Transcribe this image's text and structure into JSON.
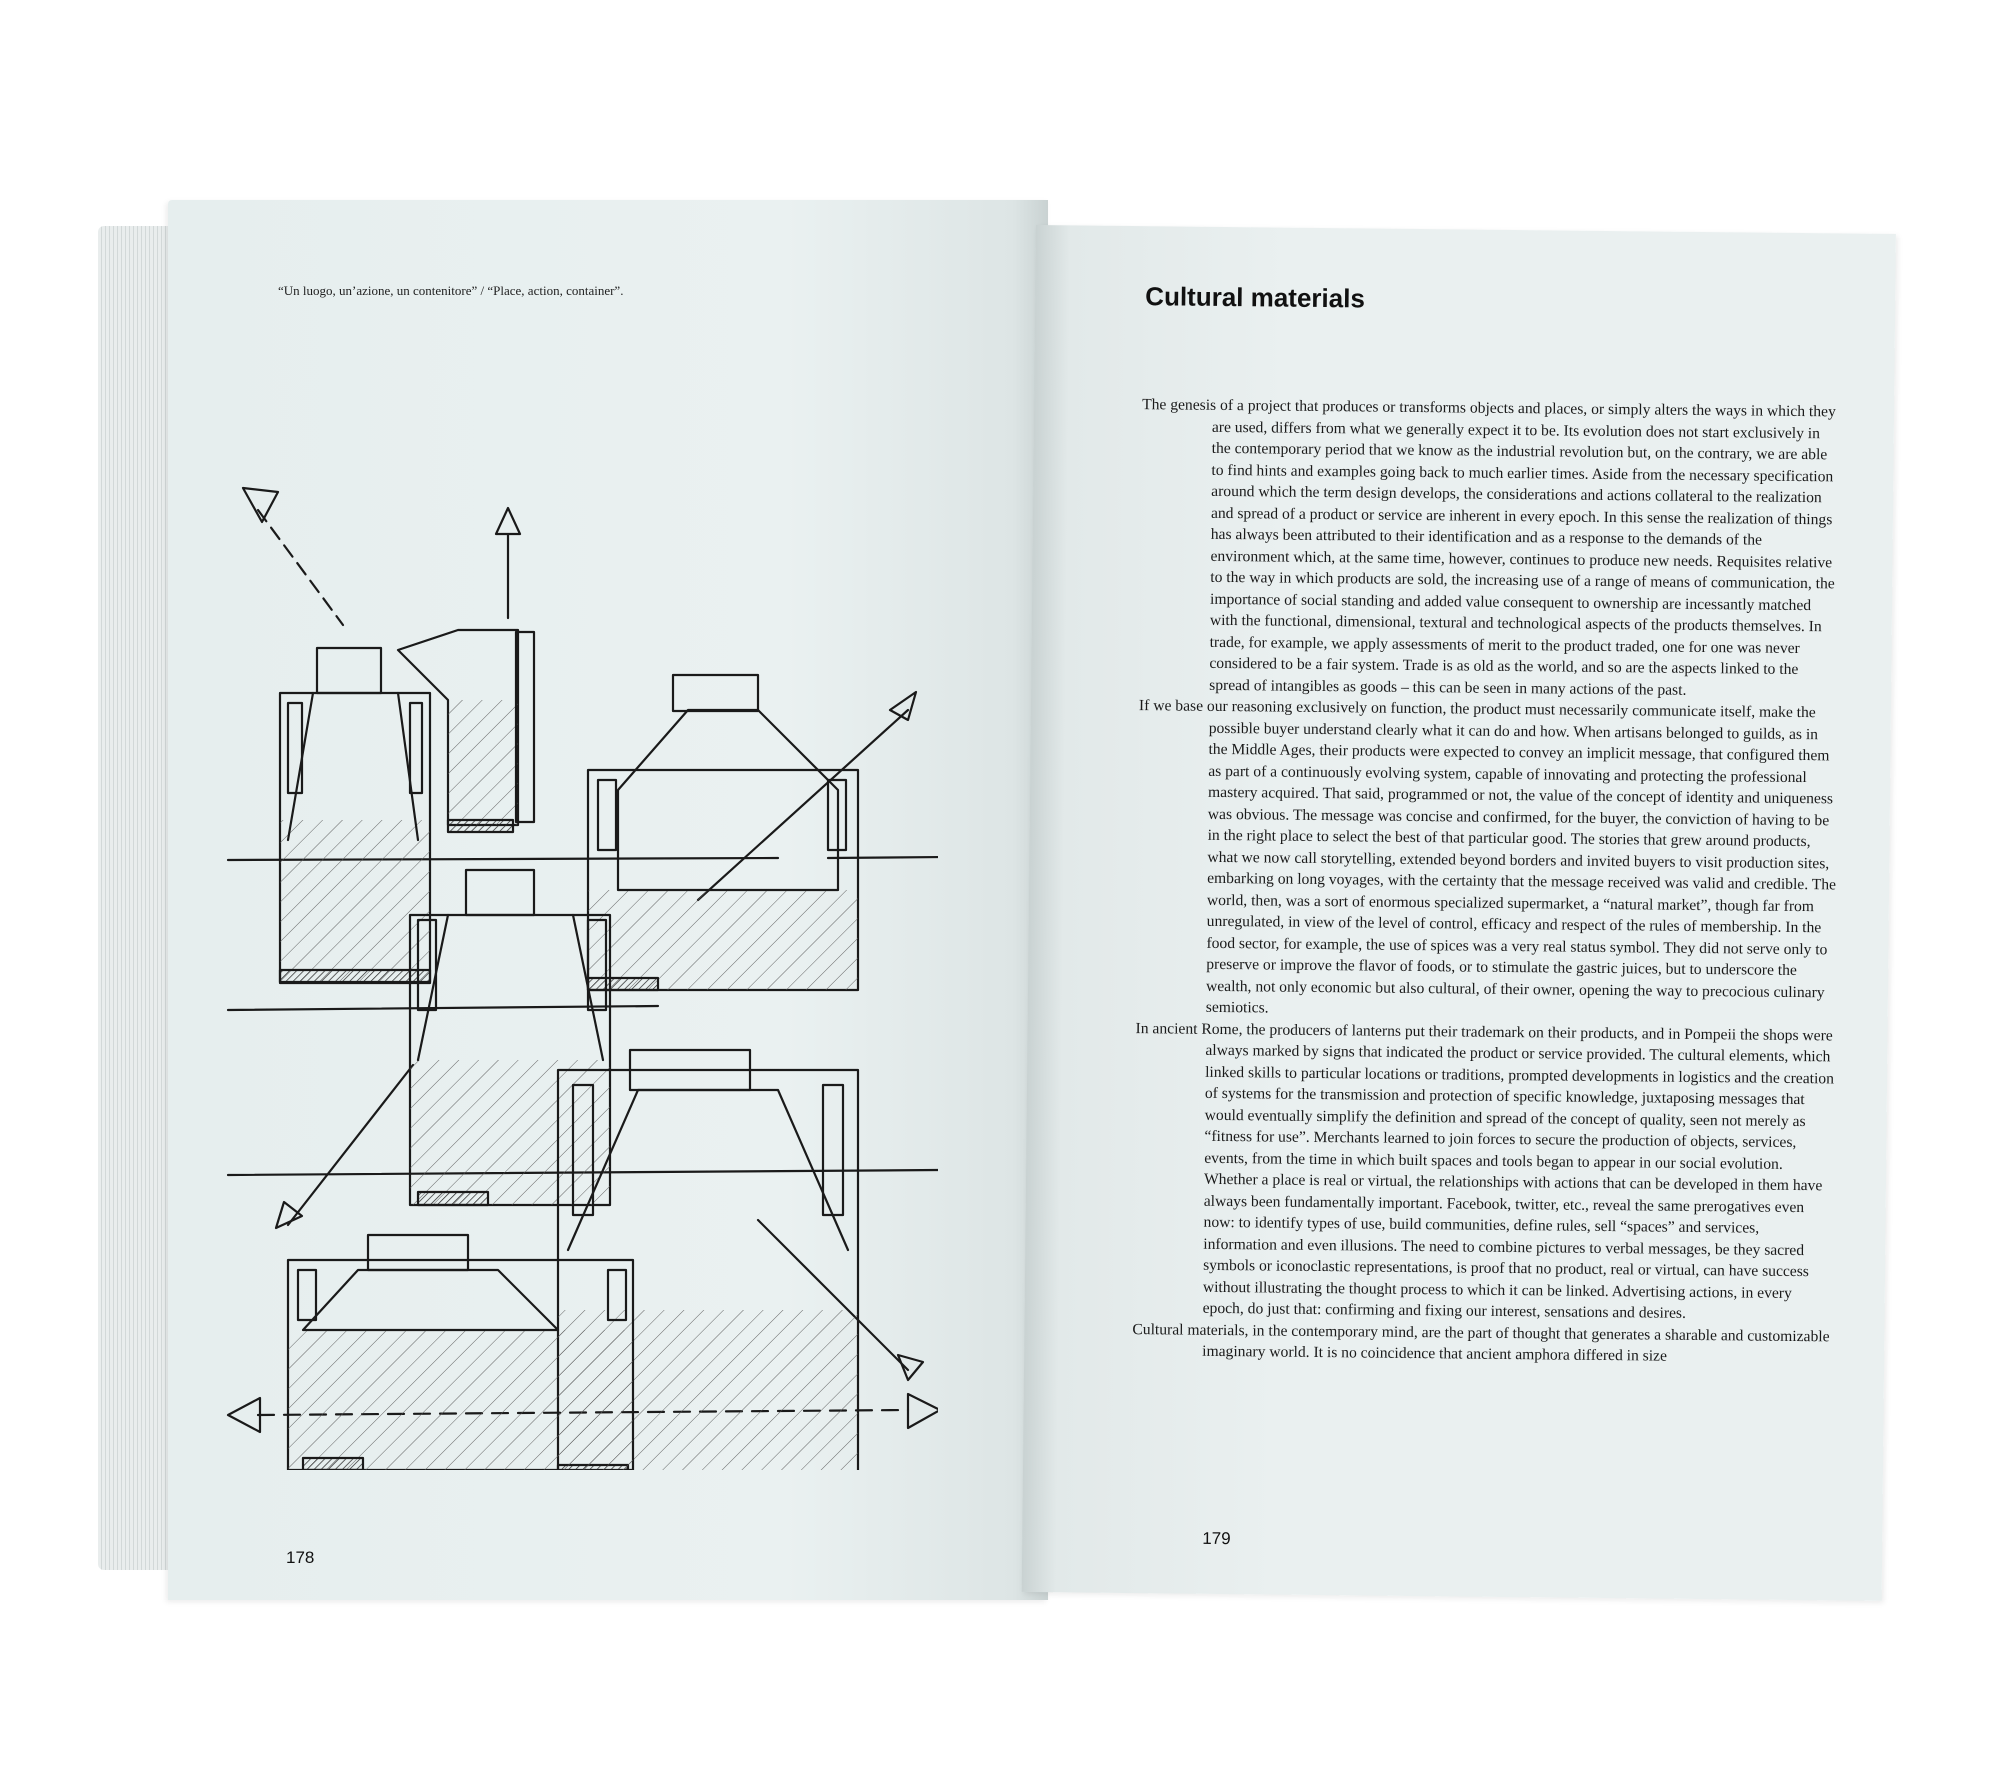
{
  "left_page": {
    "running_head": "“Un luogo, un’azione, un contenitore” / “Place, action, container”.",
    "page_number": "178"
  },
  "right_page": {
    "title": "Cultural materials",
    "page_number": "179",
    "paragraphs": [
      "The genesis of a project that produces or transforms objects and places, or simply alters the ways in which they are used, differs from what we generally expect it to be. Its evolution does not start exclusively in the contemporary period that we know as the industrial revolution but, on the contrary, we are able to find hints and examples going back to much earlier times. Aside from the necessary specification around which the term design develops, the considerations and actions collateral to the realization and spread of a product or service are inherent in every epoch. In this sense the realization of things has always been attributed to their identification and as a response to the demands of the environment which, at the same time, however, continues to produce new needs. Requisites relative to the way in which products are sold, the increasing use of a range of means of communication, the importance of social standing and added value consequent to ownership are incessantly matched with the functional, dimensional, textural and technological aspects of the products themselves. In trade, for example, we apply assessments of merit to the product traded, one for one was never considered to be a fair system. Trade is as old as the world, and so are the aspects linked to the spread of intangibles as goods – this can be seen in many actions of the past.",
      "If we base our reasoning exclusively on function, the product must necessarily communicate itself, make the possible buyer understand clearly what it can do and how. When artisans belonged to guilds, as in the Middle Ages, their products were expected to convey an implicit message, that configured them as part of a continuously evolving system, capable of innovating and protecting the professional mastery acquired. That said, programmed or not, the value of the concept of identity and uniqueness was obvious. The message was concise and confirmed, for the buyer, the conviction of having to be in the right place to select the best of that particular good. The stories that grew around products, what we now call storytelling, extended beyond borders and invited buyers to visit production sites, embarking on long voyages, with the certainty that the message received was valid and credible. The world, then, was a sort of enormous specialized supermarket, a “natural market”, though far from unregulated, in view of the level of control, efficacy and respect of the rules of membership. In the food sector, for example, the use of spices was a very real status symbol. They did not serve only to preserve or improve the flavor of foods, or to stimulate the gastric juices, but to underscore the wealth, not only economic but also cultural, of their owner, opening the way to precocious culinary semiotics.",
      "In ancient Rome, the producers of lanterns put their trademark on their products, and in Pompeii the shops were always marked by signs that indicated the product or service provided. The cultural elements, which linked skills to particular locations or traditions, prompted developments in logistics and the creation of systems for the transmission and protection of specific knowledge, juxtaposing messages that would eventually simplify the definition and spread of the concept of quality, seen not merely as “fitness for use”. Merchants learned to join forces to secure the production of objects, services, events, from the time in which built spaces and tools began to appear in our social evolution. Whether a place is real or virtual, the relationships with actions that can be developed in them have always been fundamentally important. Facebook, twitter, etc., reveal the same prerogatives even now: to identify types of use, build communities, define rules, sell “spaces” and services, information and even illusions. The need to combine pictures to verbal messages, be they sacred symbols or iconoclastic representations, is proof that no product, real or virtual, can have success without illustrating the thought process to which it can be linked. Advertising actions, in every epoch, do just that: confirming and fixing our interest, sensations and desires.",
      "Cultural materials, in the contemporary mind, are the part of thought that generates a sharable and customizable imaginary world. It is no coincidence that ancient amphora differed in size"
    ]
  }
}
